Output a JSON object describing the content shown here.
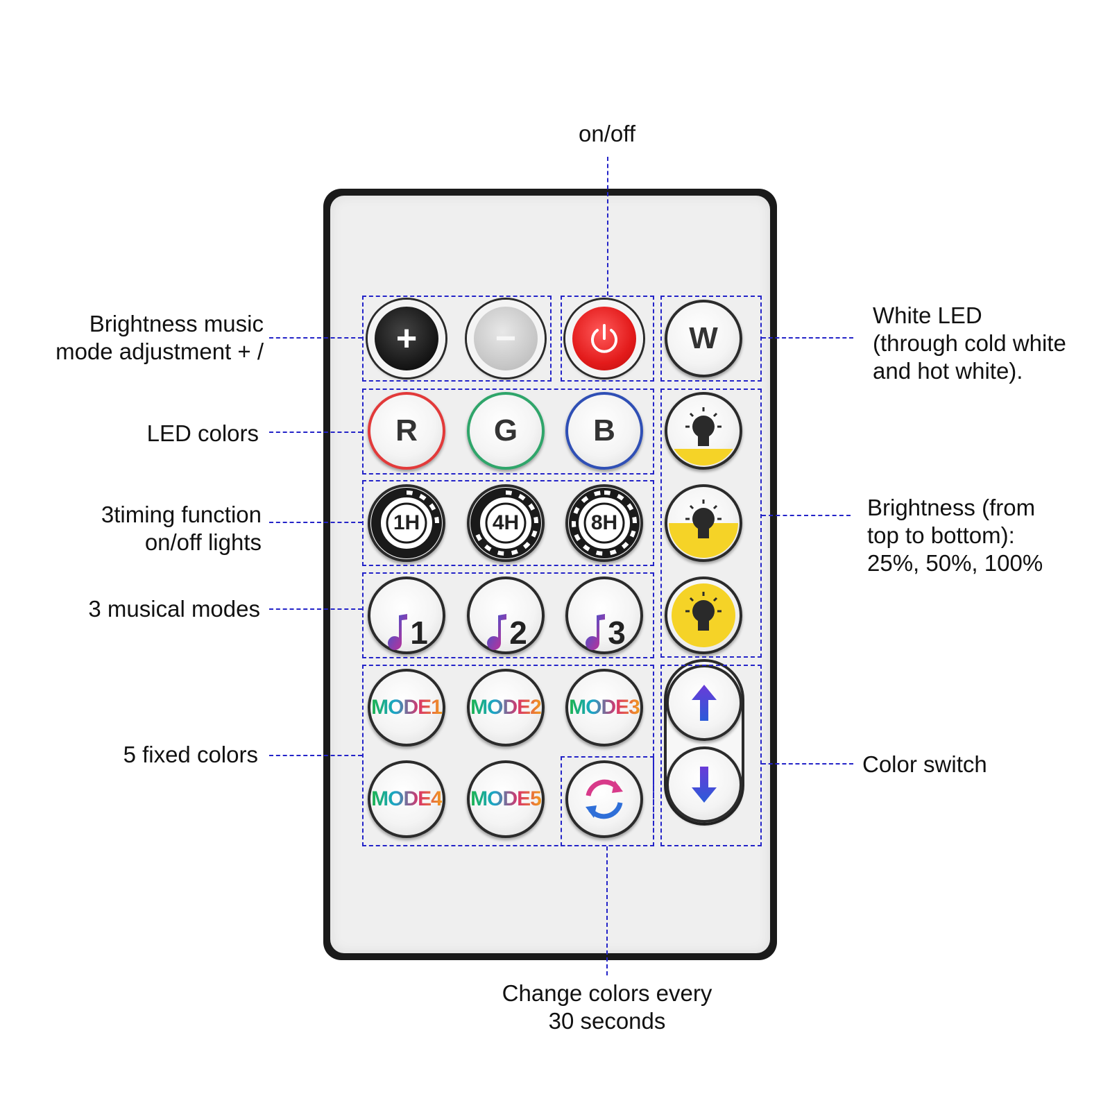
{
  "labels": {
    "on_off": "on/off",
    "brightness_music": "Brightness music\nmode adjustment + /",
    "led_colors": "LED colors",
    "timing": "3timing function\non/off lights",
    "musical_modes": "3 musical modes",
    "fixed_colors": "5 fixed colors",
    "white_led": "White LED\n(through cold white\nand hot white).",
    "brightness_levels": "Brightness (from\ntop to bottom):\n25%, 50%, 100%",
    "color_switch": "Color switch",
    "change_colors": "Change colors every\n30 seconds"
  },
  "buttons": {
    "plus": "+",
    "minus": "−",
    "white": "W",
    "r": "R",
    "g": "G",
    "b": "B",
    "t1": "1H",
    "t4": "4H",
    "t8": "8H",
    "m1": "1",
    "m2": "2",
    "m3": "3",
    "mode1": "MODE1",
    "mode2": "MODE2",
    "mode3": "MODE3",
    "mode4": "MODE4",
    "mode5": "MODE5"
  },
  "brightness_fill": [
    0.25,
    0.5,
    1.0
  ],
  "colors": {
    "annotation": "#2323c8",
    "power": "#e31b1b",
    "r": "#e23a3a",
    "g": "#2fa56a",
    "b": "#2f4fb5",
    "bulb_fill": "#f5d327"
  },
  "icons": [
    "power-icon",
    "bulb-icon",
    "music-note-icon",
    "arrow-up-icon",
    "arrow-down-icon",
    "cycle-icon"
  ]
}
